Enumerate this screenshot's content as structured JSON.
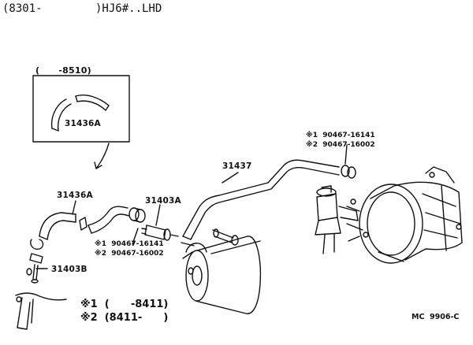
{
  "header": {
    "left": "(8301-",
    "right": ")HJ6#..LHD"
  },
  "inset": {
    "caption": "(      -8510)",
    "part": "31436A"
  },
  "parts": {
    "p31436A": "31436A",
    "p31403A": "31403A",
    "p31403B": "31403B",
    "p31437": "31437"
  },
  "clamp_left": {
    "line1": "※1  90467-16141",
    "line2": "※2  90467-16002"
  },
  "clamp_right": {
    "line1": "※1  90467-16141",
    "line2": "※2  90467-16002"
  },
  "legend": {
    "row1": "※1  (      -8411)",
    "row2": "※2  (8411-      )"
  },
  "code": "MC  9906-C"
}
